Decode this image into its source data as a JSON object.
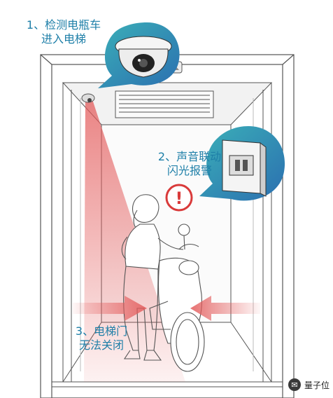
{
  "labels": {
    "step1_line1": "1、检测电瓶车",
    "step1_line2": "进入电梯",
    "step2_line1": "2、声音联动",
    "step2_line2": "闪光报警",
    "step3_line1": "3、电梯门",
    "step3_line2": "无法关闭"
  },
  "alert_icon": {
    "glyph": "!",
    "color": "#d93a3a"
  },
  "watermark": {
    "text": "量子位",
    "icon": "wechat-icon"
  },
  "colors": {
    "label_text": "#1e7fa8",
    "bubble_start": "#3bb0b8",
    "bubble_end": "#2b6fb0",
    "beam": "#e35a5a",
    "line_art": "#555555"
  }
}
